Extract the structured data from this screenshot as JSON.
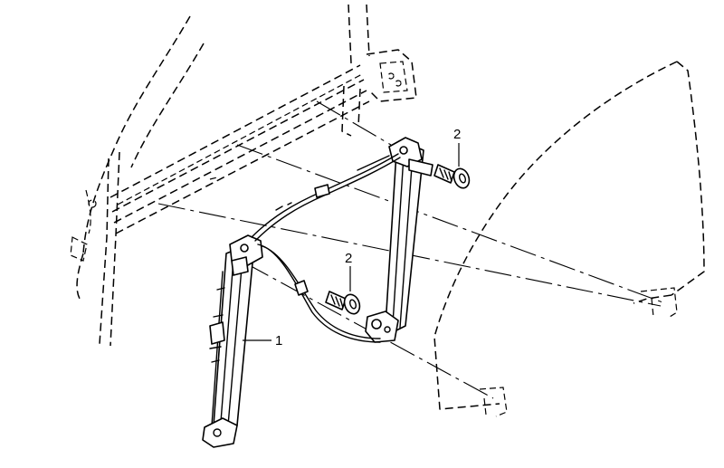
{
  "callouts": {
    "window_regulator": "1",
    "screw_upper": "2",
    "screw_lower": "2"
  }
}
